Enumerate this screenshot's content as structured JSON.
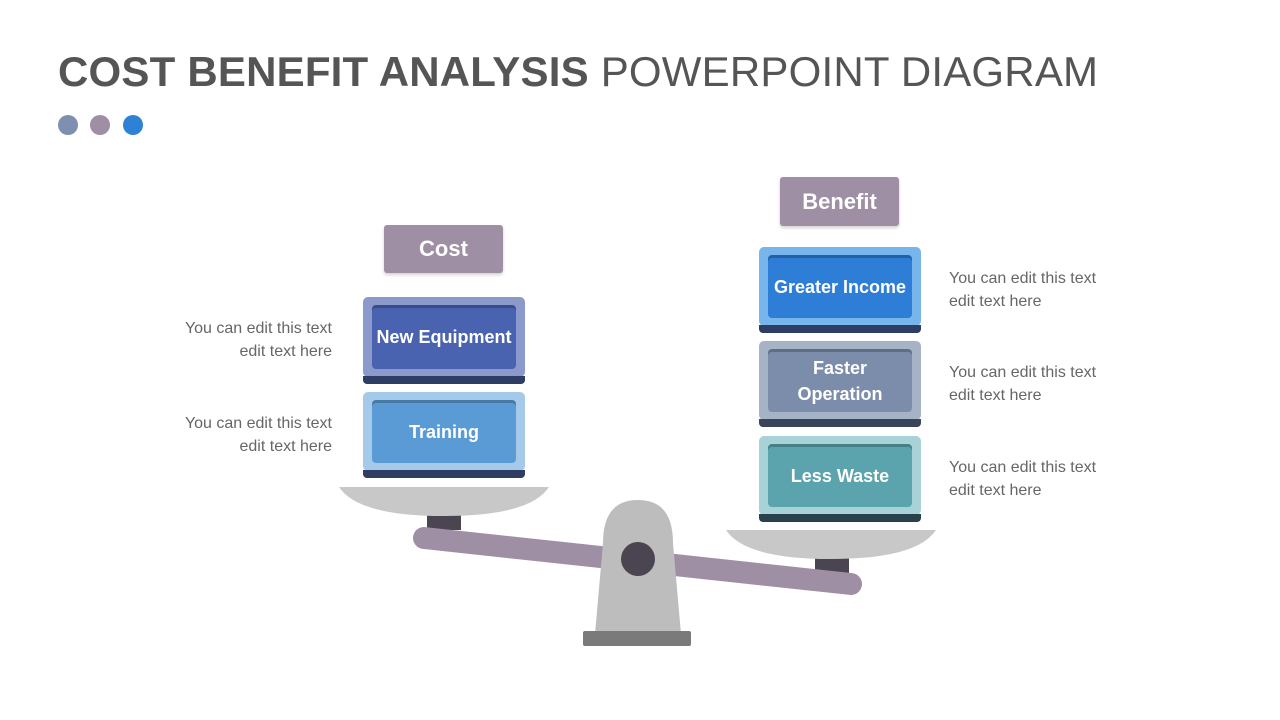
{
  "title": {
    "bold": "COST BENEFIT ANALYSIS",
    "light": "POWERPOINT DIAGRAM"
  },
  "dots": [
    {
      "color": "#7F8FAF"
    },
    {
      "color": "#9E8FA5"
    },
    {
      "color": "#2E82D6"
    }
  ],
  "cost": {
    "label": "Cost",
    "items": [
      {
        "label": "New Equipment",
        "description": "You can edit this text edit text here",
        "outer": "#8C9ACB",
        "inner": "#4A63B0",
        "base": "#2D3D63"
      },
      {
        "label": "Training",
        "description": "You can edit this text edit text here",
        "outer": "#A5C9E8",
        "inner": "#5B9BD5",
        "base": "#2D3D63"
      }
    ]
  },
  "benefit": {
    "label": "Benefit",
    "items": [
      {
        "label": "Greater Income",
        "description": "You can edit this text edit text here",
        "outer": "#78B5EA",
        "inner": "#2E7DD7",
        "base": "#2D3D63"
      },
      {
        "label": "Faster Operation",
        "description": "You can edit this text edit text here",
        "outer": "#A6B2C6",
        "inner": "#7C8DAB",
        "base": "#3A4558"
      },
      {
        "label": "Less Waste",
        "description": "You can edit this text edit text here",
        "outer": "#A9D2D6",
        "inner": "#5BA3AD",
        "base": "#28414A"
      }
    ]
  },
  "colors": {
    "tag": "#9E8FA5",
    "beam": "#9E8FA5",
    "pan": "#C8C8C8",
    "stand": "#BDBDBD",
    "pivot": "#4A4550",
    "base": "#7A7A7A",
    "title": "#555555"
  }
}
